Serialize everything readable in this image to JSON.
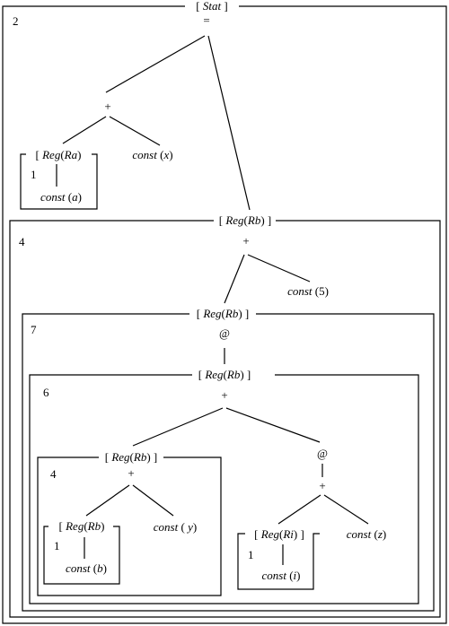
{
  "root": {
    "label_parts": [
      "[ ",
      "Stat",
      " ]"
    ],
    "cost": "2",
    "op": "="
  },
  "ra_register": {
    "label_parts": [
      "[ ",
      "Reg",
      "(",
      "Ra",
      ")"
    ],
    "cost": "1",
    "leaf_parts": [
      "const",
      " (",
      "a",
      ")"
    ]
  },
  "plus_top": {
    "op": "+"
  },
  "const_x": {
    "label_parts": [
      "const",
      " (",
      "x",
      ")"
    ]
  },
  "box_rb_4": {
    "label_parts": [
      "[ ",
      "Reg",
      "(",
      "Rb",
      ") ]"
    ],
    "cost": "4",
    "op": "+"
  },
  "const_5": {
    "label_parts": [
      "const",
      " (5)"
    ]
  },
  "box_rb_7": {
    "label_parts": [
      "[ ",
      "Reg",
      "(",
      "Rb",
      ") ]"
    ],
    "cost": "7",
    "op": "@"
  },
  "box_rb_6": {
    "label_parts": [
      "[ ",
      "Reg",
      "(",
      "Rb",
      ") ]"
    ],
    "cost": "6",
    "op": "+"
  },
  "box_rb_4b": {
    "label_parts": [
      "[ ",
      "Reg",
      "(",
      "Rb",
      ") ]"
    ],
    "cost": "4",
    "op": "+"
  },
  "const_y": {
    "label_parts": [
      "const",
      " ( ",
      "y",
      ")"
    ]
  },
  "box_rb_1": {
    "label_parts": [
      "[ ",
      "Reg",
      "(",
      "Rb",
      ")"
    ],
    "cost": "1",
    "leaf_parts": [
      "const",
      " (",
      "b",
      ")"
    ]
  },
  "at_right": {
    "op": "@"
  },
  "plus_right": {
    "op": "+"
  },
  "box_ri_1": {
    "label_parts": [
      "[ ",
      "Reg",
      "(",
      "Ri",
      ") ]"
    ],
    "cost": "1",
    "leaf_parts": [
      "const",
      " (",
      "i",
      ")"
    ]
  },
  "const_z": {
    "label_parts": [
      "const",
      " (",
      "z",
      ")"
    ]
  }
}
